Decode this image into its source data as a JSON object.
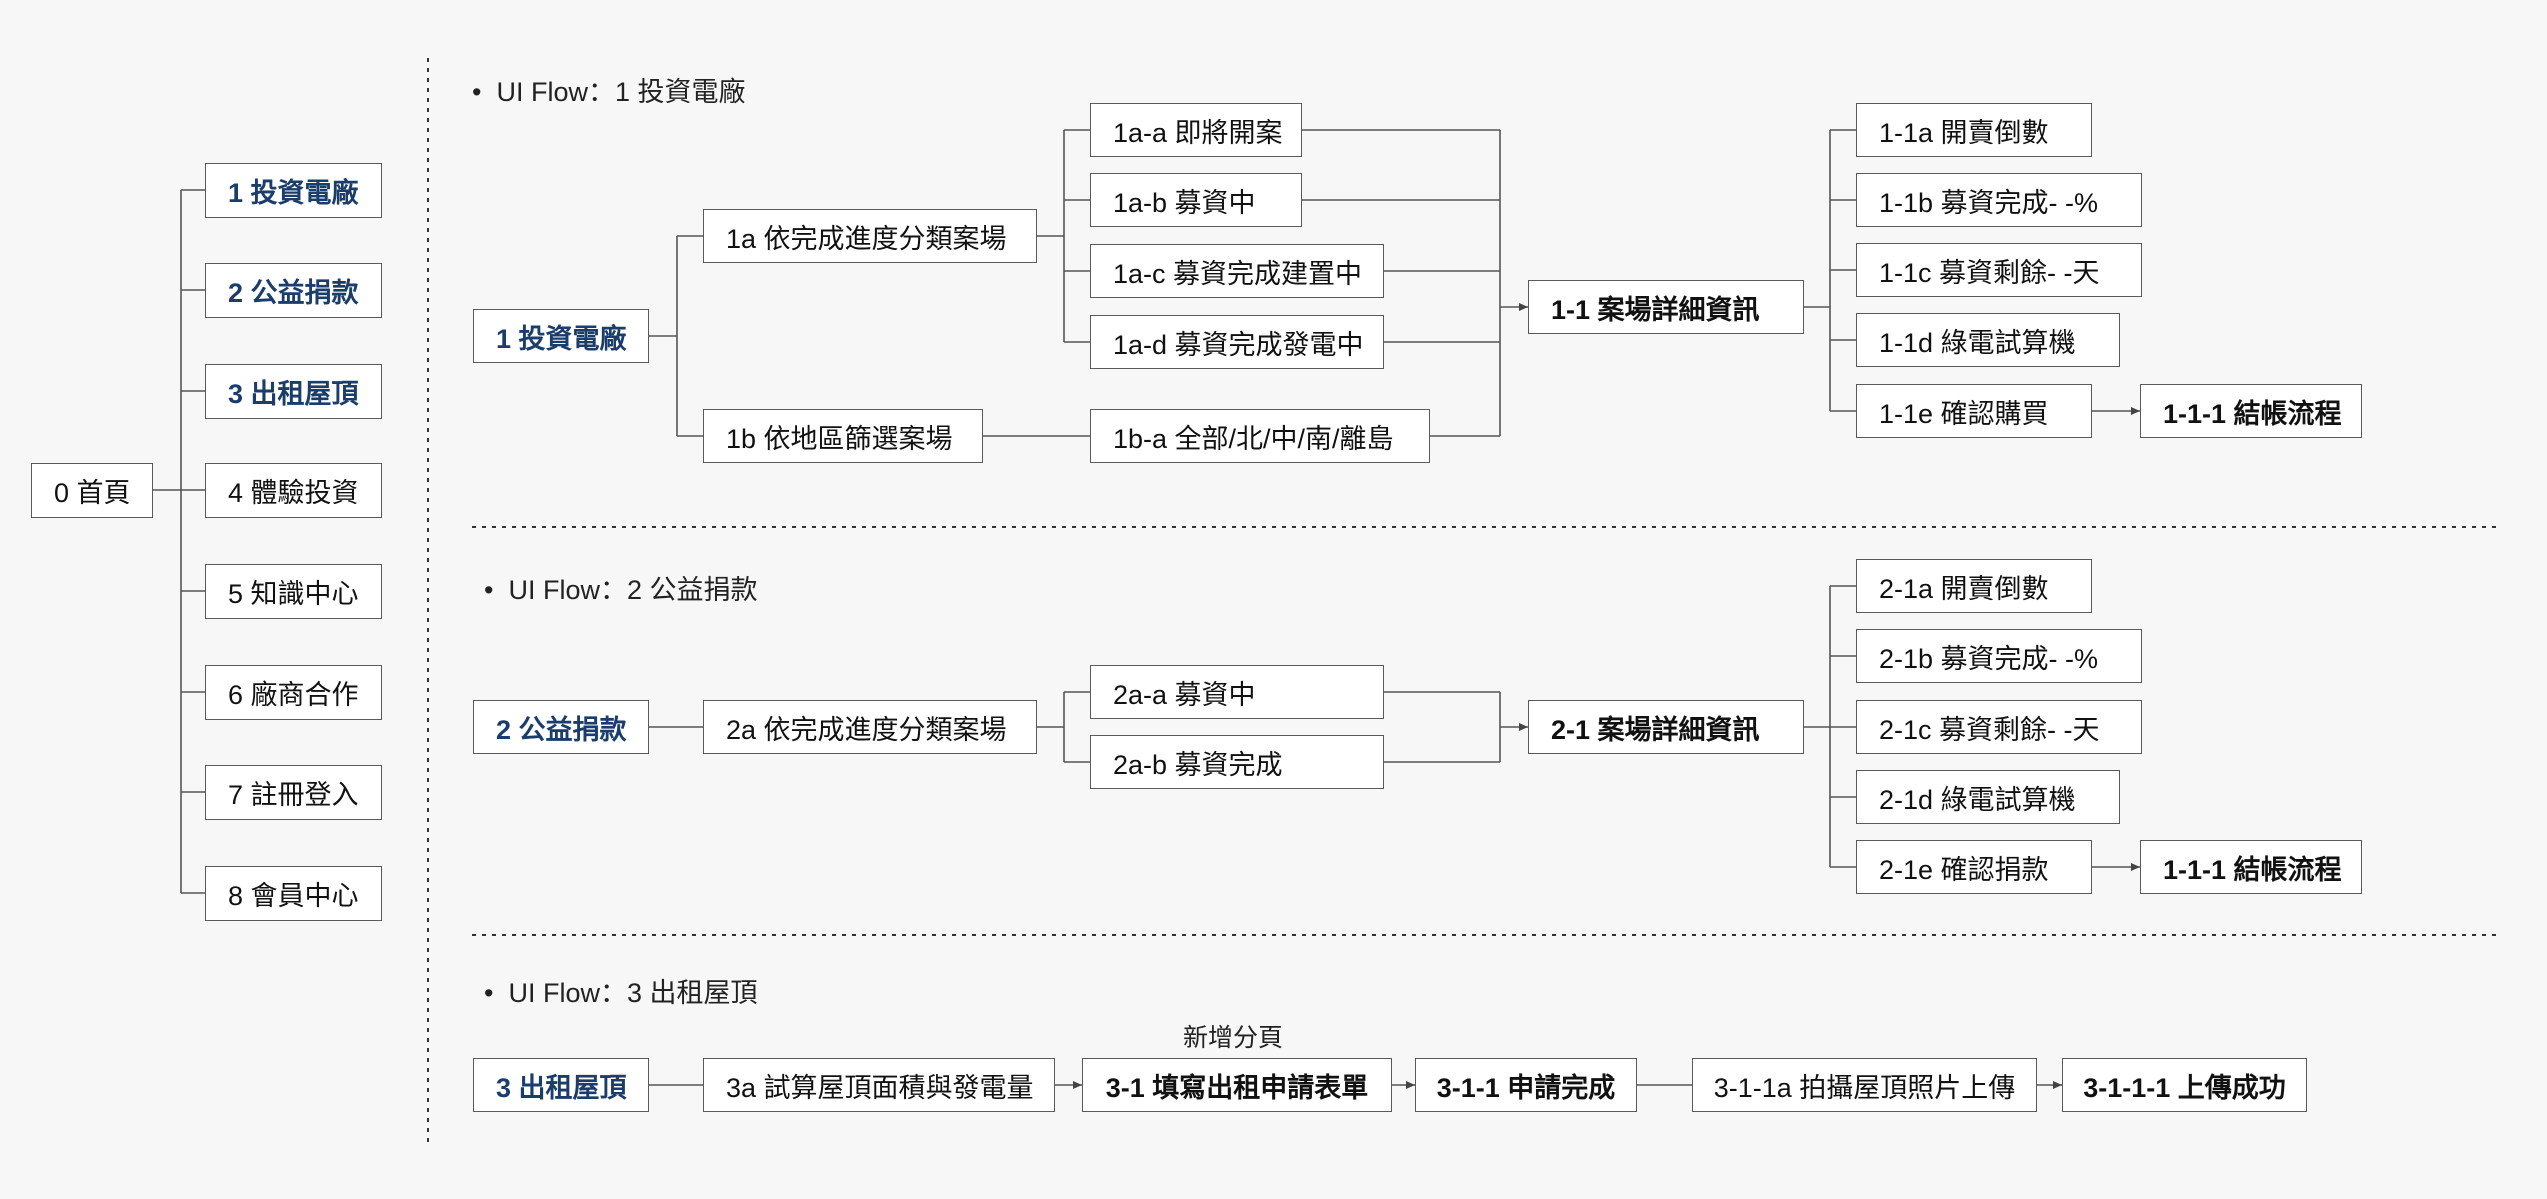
{
  "sitemap": {
    "root": "0 首頁",
    "items": [
      "1 投資電廠",
      "2 公益捐款",
      "3 出租屋頂",
      "4 體驗投資",
      "5 知識中心",
      "6 廠商合作",
      "7 註冊登入",
      "8 會員中心"
    ]
  },
  "flow1": {
    "heading": "UI Flow：1 投資電廠",
    "start": "1 投資電廠",
    "level1": [
      "1a 依完成進度分類案場",
      "1b 依地區篩選案場"
    ],
    "level2": [
      "1a-a 即將開案",
      "1a-b 募資中",
      "1a-c 募資完成建置中",
      "1a-d 募資完成發電中",
      "1b-a 全部/北/中/南/離島"
    ],
    "detail": "1-1 案場詳細資訊",
    "features": [
      "1-1a 開賣倒數",
      "1-1b 募資完成- -%",
      "1-1c 募資剩餘- -天",
      "1-1d 綠電試算機",
      "1-1e 確認購買"
    ],
    "checkout": "1-1-1 結帳流程"
  },
  "flow2": {
    "heading": "UI Flow：2 公益捐款",
    "start": "2 公益捐款",
    "level1": "2a 依完成進度分類案場",
    "level2": [
      "2a-a 募資中",
      "2a-b 募資完成"
    ],
    "detail": "2-1 案場詳細資訊",
    "features": [
      "2-1a 開賣倒數",
      "2-1b 募資完成- -%",
      "2-1c 募資剩餘- -天",
      "2-1d 綠電試算機",
      "2-1e 確認捐款"
    ],
    "checkout": "1-1-1 結帳流程"
  },
  "flow3": {
    "heading": "UI Flow：3 出租屋頂",
    "new_page_note": "新增分頁",
    "steps": [
      "3 出租屋頂",
      "3a 試算屋頂面積與發電量",
      "3-1 填寫出租申請表單",
      "3-1-1 申請完成",
      "3-1-1a 拍攝屋頂照片上傳",
      "3-1-1-1 上傳成功"
    ]
  },
  "colors": {
    "accent": "#1a3d6b",
    "line": "#555555",
    "border": "#5a5a5a"
  }
}
